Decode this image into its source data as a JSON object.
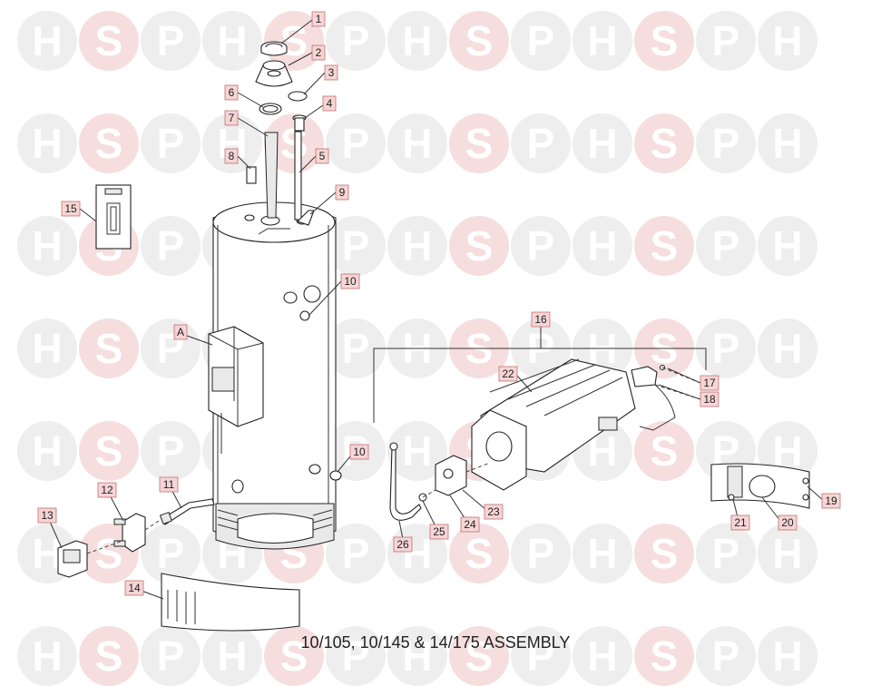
{
  "watermark": {
    "letters": [
      "H",
      "S",
      "P"
    ]
  },
  "title": "10/105, 10/145 & 14/175 ASSEMBLY",
  "labels": {
    "l1": "1",
    "l2": "2",
    "l3": "3",
    "l4": "4",
    "l5": "5",
    "l6": "6",
    "l7": "7",
    "l8": "8",
    "l9": "9",
    "l10a": "10",
    "l10b": "10",
    "l11": "11",
    "l12": "12",
    "l13": "13",
    "l14": "14",
    "l15": "15",
    "l16": "16",
    "l17": "17",
    "l18": "18",
    "l19": "19",
    "l20": "20",
    "l21": "21",
    "l22": "22",
    "l23": "23",
    "l24": "24",
    "l25": "25",
    "l26": "26",
    "lA": "A"
  }
}
